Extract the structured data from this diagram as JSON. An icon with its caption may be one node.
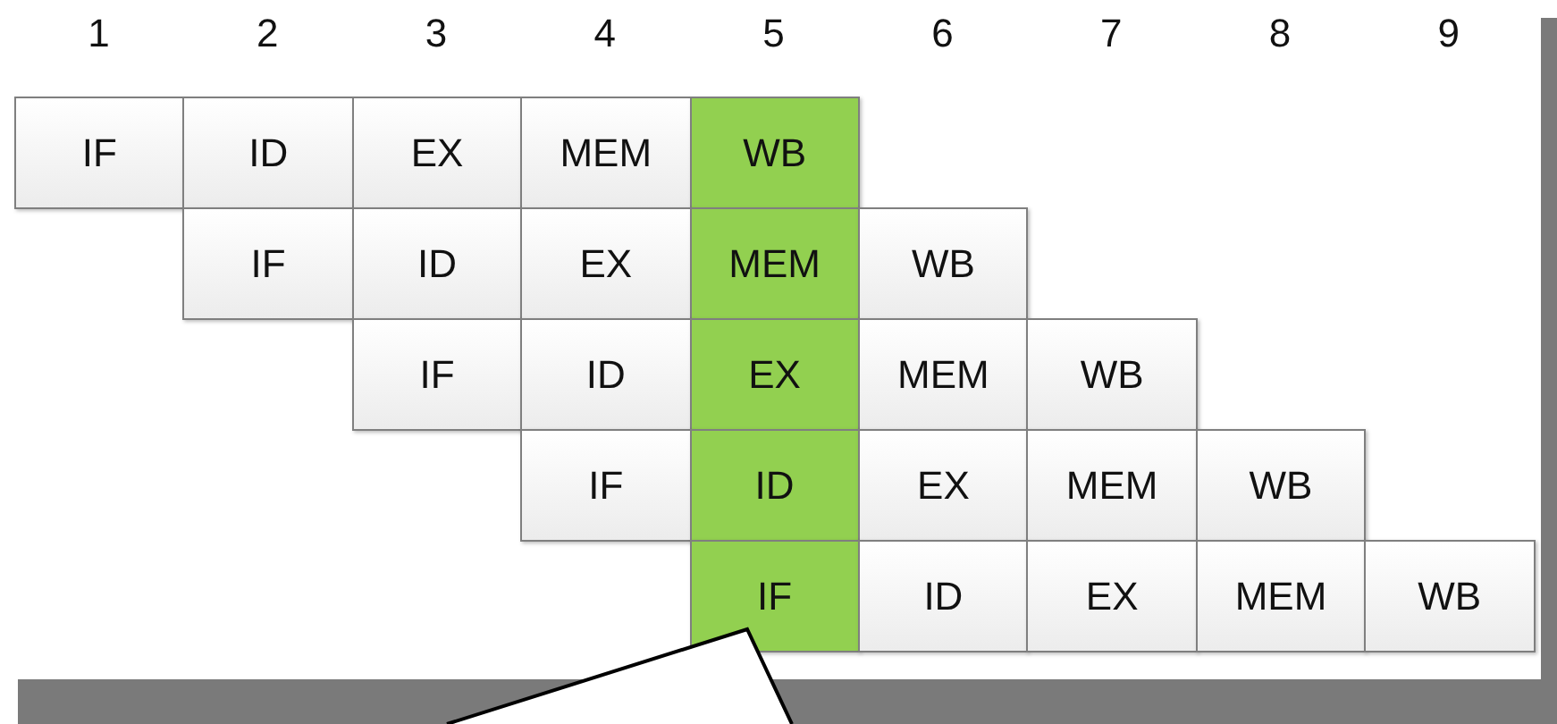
{
  "diagram": {
    "nodes": [
      {
        "text": [
          "IF"
        ]
      },
      {
        "text": [
          "ID"
        ]
      },
      {
        "text": [
          "EX"
        ]
      },
      {
        "text": [
          "MEM"
        ]
      },
      {
        "text": [
          "WB"
        ]
      },
      {
        "text": [
          "IF"
        ]
      },
      {
        "text": [
          "ID"
        ]
      },
      {
        "text": [
          "EX"
        ]
      },
      {
        "text": [
          "MEM"
        ]
      },
      {
        "text": [
          "WB"
        ]
      },
      {
        "text": [
          "IF"
        ]
      },
      {
        "text": [
          "ID"
        ]
      },
      {
        "text": [
          "EX"
        ]
      },
      {
        "text": [
          "MEM"
        ]
      },
      {
        "text": [
          "WB"
        ]
      },
      {
        "text": [
          "IF"
        ]
      },
      {
        "text": [
          "ID"
        ]
      },
      {
        "text": [
          "EX"
        ]
      },
      {
        "text": [
          "MEM"
        ]
      },
      {
        "text": [
          "WB"
        ]
      },
      {
        "text": [
          "IF"
        ]
      },
      {
        "text": [
          "ID"
        ]
      },
      {
        "text": [
          "EX"
        ]
      },
      {
        "text": [
          "MEM"
        ]
      },
      {
        "text": [
          "WB"
        ]
      },
      {
        "text": [],
        "shape": "callout"
      }
    ],
    "labels": [
      "1",
      "2",
      "3",
      "4",
      "5",
      "6",
      "7",
      "8",
      "9"
    ]
  }
}
